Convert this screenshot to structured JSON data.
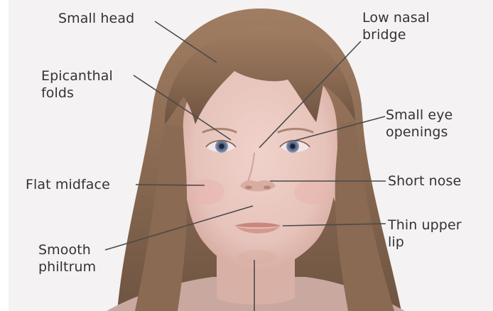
{
  "labels": {
    "small_head": "Small head",
    "low_nasal_bridge": "Low nasal\nbridge",
    "epicanthal_folds": "Epicanthal\nfolds",
    "small_eye_openings": "Small eye\nopenings",
    "flat_midface": "Flat midface",
    "short_nose": "Short nose",
    "thin_upper_lip": "Thin upper\nlip",
    "smooth_philtrum": "Smooth\nphiltrum"
  },
  "colors": {
    "label_text": "#333333",
    "leader_line": "#4a4a4a",
    "skin": "#e6c3bb",
    "hair": "#8a6a52",
    "iris": "#5a6b8c"
  }
}
